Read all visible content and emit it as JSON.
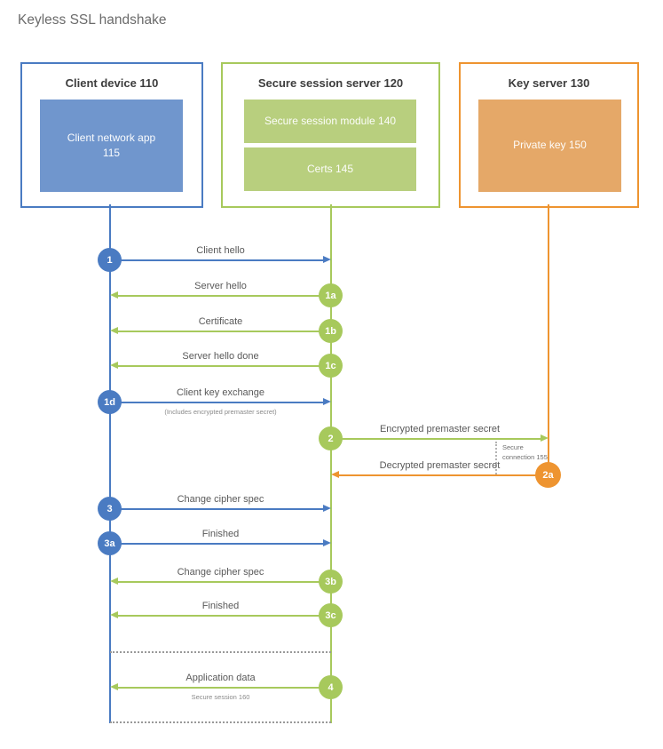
{
  "title": "Keyless SSL handshake",
  "colors": {
    "blue": "#4a7bc2",
    "blueFill": "#7096cd",
    "green": "#a7c95c",
    "greenFill": "#b8cf7e",
    "orange": "#ee9430",
    "orangeFill": "#e5a868",
    "labelText": "#595959",
    "titleText": "#6b6b6b"
  },
  "participants": [
    {
      "title": "Client device 110",
      "modules": [
        {
          "label": "Client network app 115"
        }
      ]
    },
    {
      "title": "Secure session server 120",
      "modules": [
        {
          "label": "Secure session module 140"
        },
        {
          "label": "Certs 145"
        }
      ]
    },
    {
      "title": "Key server 130",
      "modules": [
        {
          "label": "Private key 150"
        }
      ]
    }
  ],
  "messages": [
    {
      "num": "1",
      "label": "Client hello"
    },
    {
      "num": "1a",
      "label": "Server hello"
    },
    {
      "num": "1b",
      "label": "Certificate"
    },
    {
      "num": "1c",
      "label": "Server hello done"
    },
    {
      "num": "1d",
      "label": "Client key exchange",
      "sub": "(Includes encrypted premaster secret)"
    },
    {
      "num": "2",
      "label": "Encrypted premaster secret"
    },
    {
      "num": "2a",
      "label": "Decrypted premaster secret"
    },
    {
      "num": "3",
      "label": "Change cipher spec"
    },
    {
      "num": "3a",
      "label": "Finished"
    },
    {
      "num": "3b",
      "label": "Change cipher spec"
    },
    {
      "num": "3c",
      "label": "Finished"
    },
    {
      "num": "4",
      "label": "Application data",
      "sub": "Secure session 160"
    }
  ],
  "notes": {
    "secure_connection": "Secure connection 155"
  }
}
